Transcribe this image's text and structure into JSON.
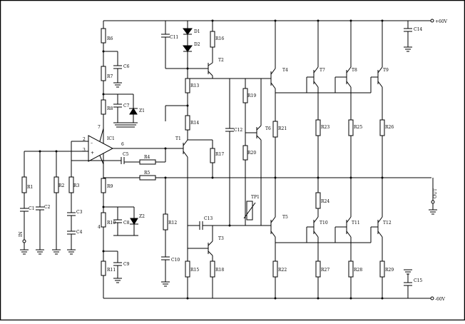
{
  "rails": {
    "pos": "+60V",
    "neg": "-60V",
    "out": "OUT",
    "in": "IN"
  },
  "labels": {
    "R1": "R1",
    "R2": "R2",
    "R3": "R3",
    "R4": "R4",
    "R5": "R5",
    "R6": "R6",
    "R7": "R7",
    "R8": "R8",
    "R9": "R9",
    "R10": "R10",
    "R11": "R11",
    "R12": "R12",
    "R13": "R13",
    "R14": "R14",
    "R15": "R15",
    "R16": "R16",
    "R17": "R17",
    "R18": "R18",
    "R19": "R19",
    "R20": "R20",
    "R21": "R21",
    "R22": "R22",
    "R23": "R23",
    "R24": "R24",
    "R25": "R25",
    "R26": "R26",
    "R27": "R27",
    "R28": "R28",
    "R29": "R29",
    "C1": "C1",
    "C2": "C2",
    "C3": "C3",
    "C4": "C4",
    "C5": "C5",
    "C6": "C6",
    "C7": "C7",
    "C8": "C8",
    "C9": "C9",
    "C10": "C10",
    "C11": "C11",
    "C12": "C12",
    "C13": "C13",
    "C14": "C14",
    "C15": "C15",
    "D1": "D1",
    "D2": "D2",
    "Z1": "Z1",
    "Z2": "Z2",
    "IC1": "IC1",
    "TP1": "TP1",
    "T1": "T1",
    "T2": "T2",
    "T3": "T3",
    "T4": "T4",
    "T5": "T5",
    "T6": "T6",
    "T7": "T7",
    "T8": "T8",
    "T9": "T9",
    "T10": "T10",
    "T11": "T11",
    "T12": "T12",
    "pin2": "2",
    "pin3": "3",
    "pin4": "4",
    "pin6": "6",
    "pin7": "7"
  }
}
